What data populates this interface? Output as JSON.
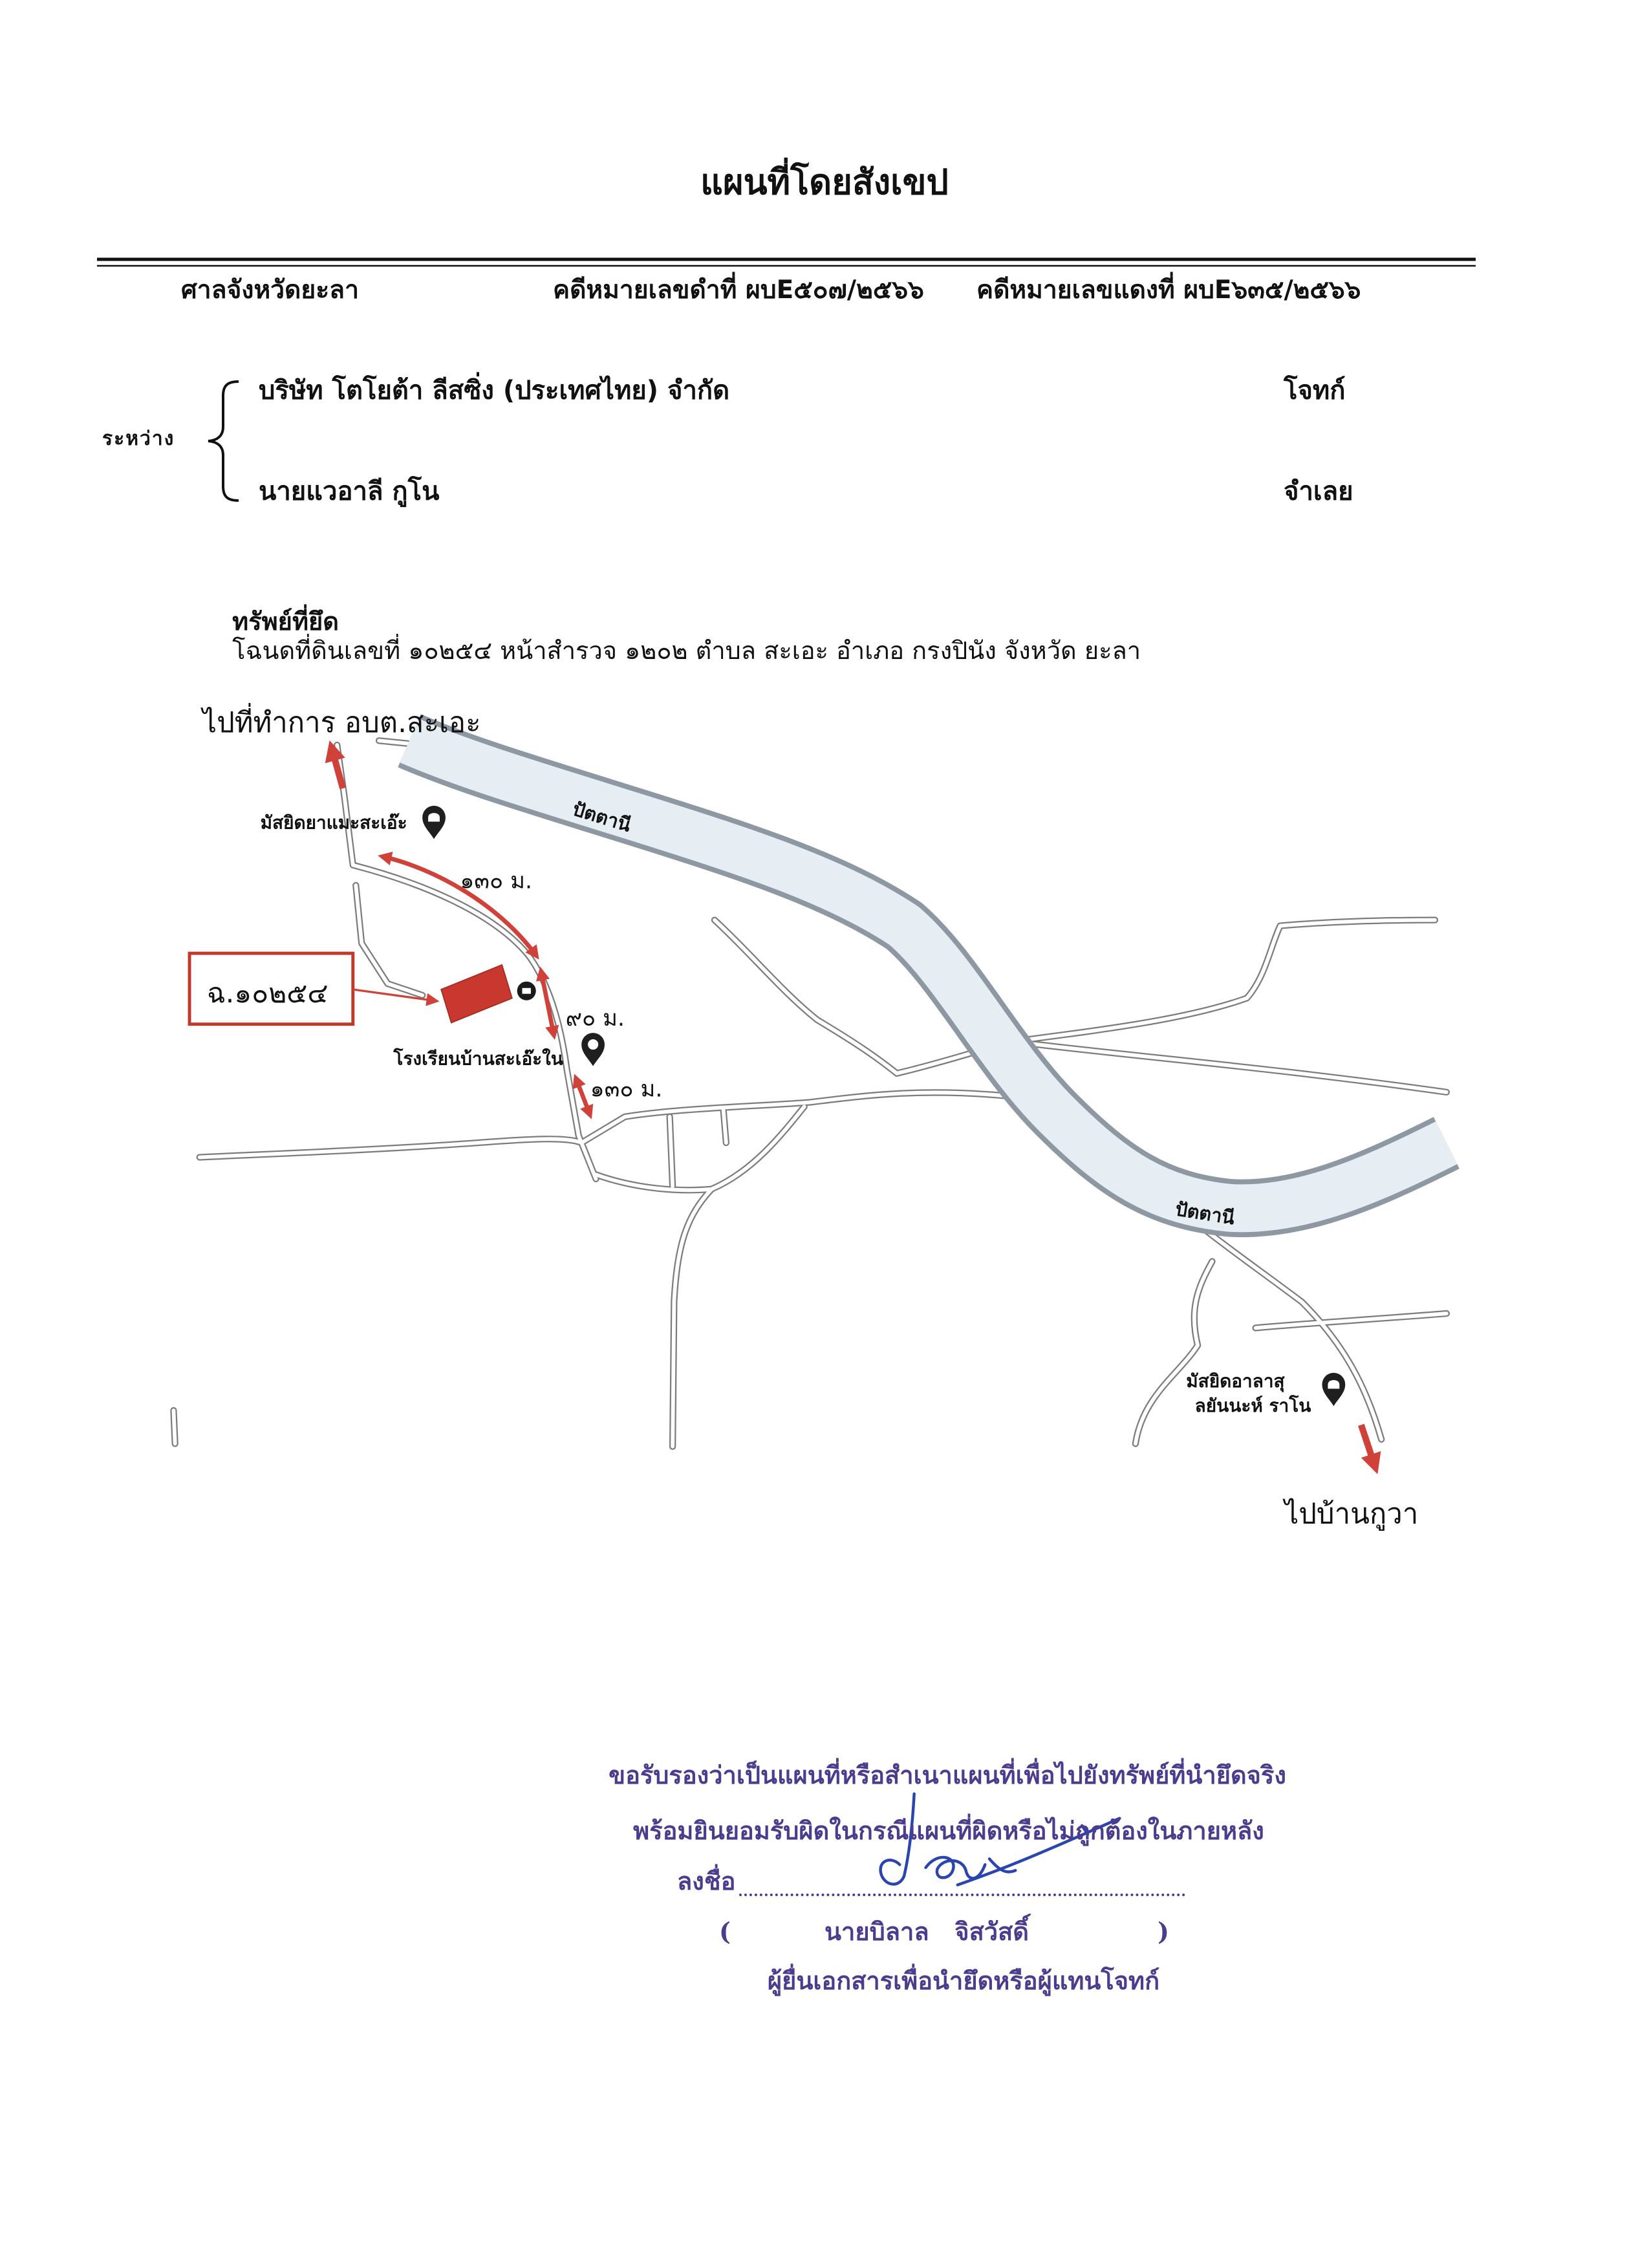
{
  "document": {
    "title": "แผนที่โดยสังเขป",
    "court": "ศาลจังหวัดยะลา",
    "black_case": "คดีหมายเลขดำที่ ผบE๕๐๗/๒๕๖๖",
    "red_case": "คดีหมายเลขแดงที่ ผบE๖๓๕/๒๕๖๖",
    "between_label": "ระหว่าง",
    "plaintiff": {
      "name": "บริษัท โตโยต้า ลีสซิ่ง (ประเทศไทย) จำกัด",
      "role": "โจทก์"
    },
    "defendant": {
      "name": "นายแวอาลี กูโน",
      "role": "จำเลย"
    },
    "property": {
      "label": "ทรัพย์ที่ยึด",
      "text": "โฉนดที่ดินเลขที่ ๑๐๒๕๔ หน้าสำรวจ ๑๒๐๒ ตำบล สะเอะ อำเภอ กรงปินัง จังหวัด ยะลา"
    }
  },
  "map": {
    "to_office": "ไปที่ทำการ อบต.สะเอะ",
    "mosque_1": "มัสยิดยาแมะสะเอ๊ะ",
    "distance_1": "๑๓๐ ม.",
    "plot_label": "ฉ.๑๐๒๕๔",
    "distance_2": "๙๐ ม.",
    "school": "โรงเรียนบ้านสะเอ๊ะใน",
    "distance_3": "๑๓๐ ม.",
    "river_1": "ปัตตานี",
    "river_2": "ปัตตานี",
    "mosque_2_line1": "มัสยิดอาลาสุ",
    "mosque_2_line2": "ลยันนะห์ ราโน",
    "to_village": "ไปบ้านกูวา"
  },
  "certification": {
    "line1": "ขอรับรองว่าเป็นแผนที่หรือสำเนาแผนที่เพื่อไปยังทรัพย์ที่นำยึดจริง",
    "line2": "พร้อมยินยอมรับผิดในกรณีแผนที่ผิดหรือไม่ถูกต้องในภายหลัง",
    "sign_label": "ลงชื่อ",
    "open_paren": "(",
    "signer_name": "นายบิลาล   จิสวัสดิ์",
    "close_paren": ")",
    "signer_title": "ผู้ยื่นเอกสารเพื่อนำยึดหรือผู้แทนโจทก์"
  },
  "colors": {
    "accent_red": "#d0413a",
    "certification_text": "#4b3c8e",
    "signature_ink": "#2a44b0"
  },
  "icons": [
    "map-pin-icon",
    "school-building-icon",
    "direction-arrow-icon"
  ]
}
